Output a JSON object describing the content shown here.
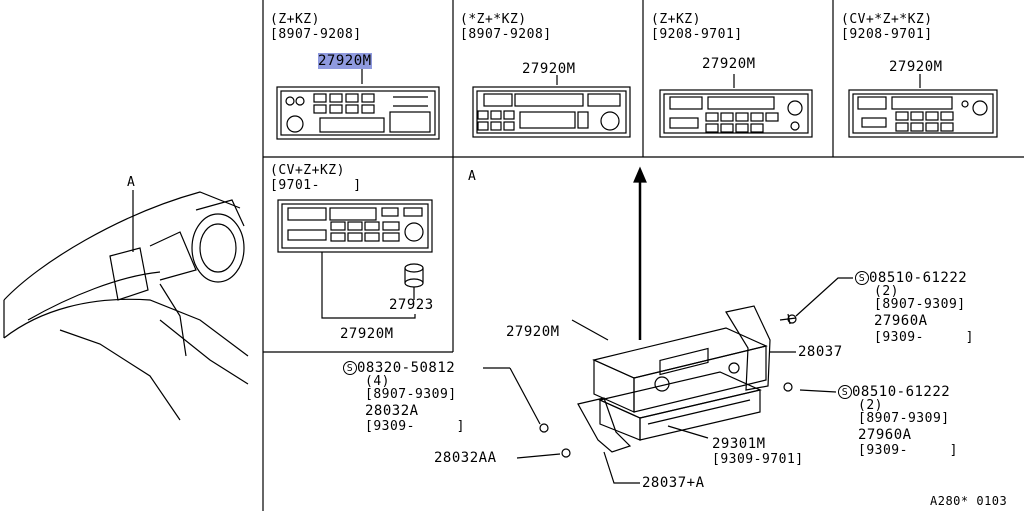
{
  "variants": [
    {
      "model": "(Z+KZ)",
      "range": "[8907-9208]",
      "part": "27920M",
      "part_highlighted": true
    },
    {
      "model": "(*Z+*KZ)",
      "range": "[8907-9208]",
      "part": "27920M"
    },
    {
      "model": "(Z+KZ)",
      "range": "[9208-9701]",
      "part": "27920M"
    },
    {
      "model": "(CV+*Z+*KZ)",
      "range": "[9208-9701]",
      "part": "27920M"
    },
    {
      "model": "(CV+Z+KZ)",
      "range": "[9701-    ]",
      "part": "27923",
      "part2": "27920M"
    }
  ],
  "dash_view_label": "A",
  "exploded_view_label": "A",
  "callouts": {
    "unit": "27920M",
    "bracket_right": "28037",
    "bracket_lower": "28037+A",
    "bolt_lower": "28032AA",
    "sleeve": "29301M",
    "sleeve_range": "[9309-9701]"
  },
  "screw_right_top": {
    "part": "08510-61222",
    "qty": "(2)",
    "range1": "[8907-9309]",
    "part2": "27960A",
    "range2": "[9309-     ]"
  },
  "screw_right_bottom": {
    "part": "08510-61222",
    "qty": "(2)",
    "range1": "[8907-9309]",
    "part2": "27960A",
    "range2": "[9309-     ]"
  },
  "screw_left": {
    "part": "08320-50812",
    "qty": "(4)",
    "range1": "[8907-9309]",
    "part2": "28032A",
    "range2": "[9309-     ]"
  },
  "standard_part_symbol": "S",
  "diagram_code": "A280* 0103"
}
